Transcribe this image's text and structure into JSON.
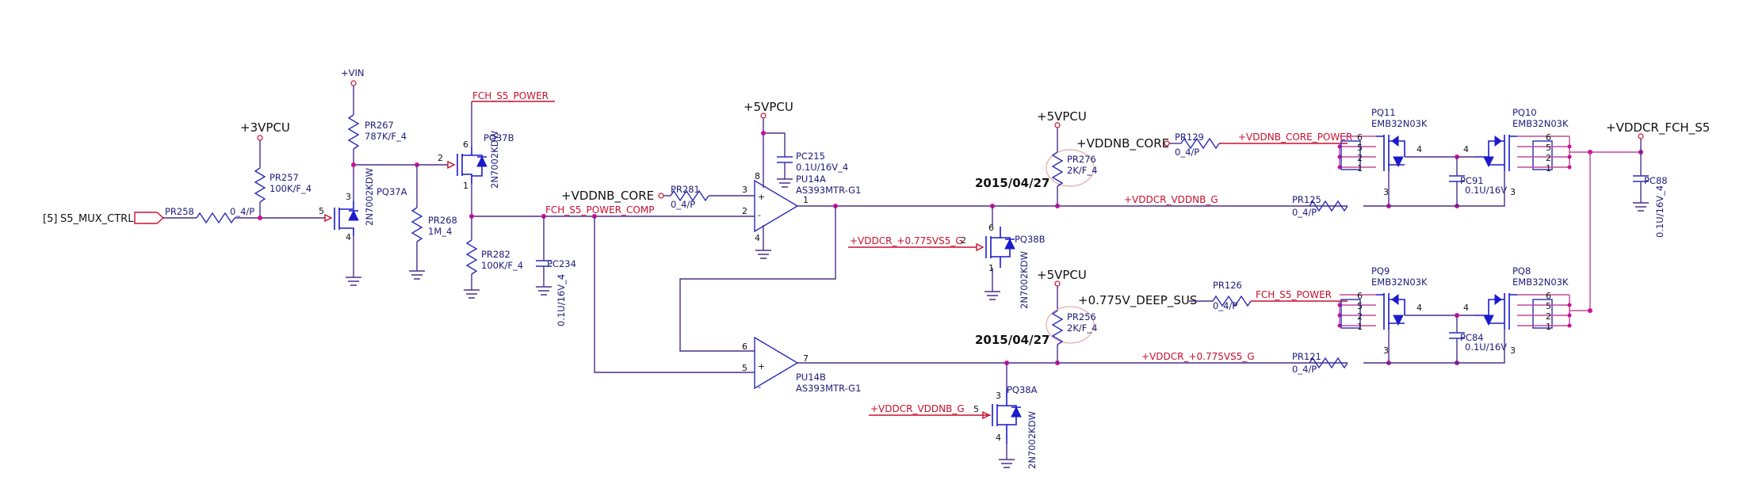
{
  "nets": {
    "vin": "+VIN",
    "v3vpcu": "+3VPCU",
    "v5vpcu_a": "+5VPCU",
    "v5vpcu_b": "+5VPCU",
    "v5vpcu_c": "+5VPCU",
    "vddnb_core_a": "+VDDNB_CORE",
    "vddnb_core_b": "+VDDNB_CORE",
    "vdeep_sus": "+0.775V_DEEP_SUS",
    "vddcr_fch_s5": "+VDDCR_FCH_S5"
  },
  "red_nets": {
    "fch_s5_power_a": "FCH_S5_POWER",
    "fch_s5_power_comp": "FCH_S5_POWER_COMP",
    "vddcr_vs5_g_a": "+VDDCR_+0.775VS5_G",
    "vddcr_vddnb_g_a": "+VDDCR_VDDNB_G",
    "vddnb_core_power": "+VDDNB_CORE_POWER",
    "vddcr_vddnb_g_b": "+VDDCR_VDDNB_G",
    "fch_s5_power_b": "FCH_S5_POWER",
    "vddcr_vs5_g_b": "+VDDCR_+0.775VS5_G"
  },
  "input_port": {
    "ref": "[5]",
    "name": "S5_MUX_CTRL"
  },
  "dates": {
    "top": "2015/04/27",
    "bottom": "2015/04/27"
  },
  "parts": {
    "pr258": {
      "ref": "PR258",
      "value": "0_4/P"
    },
    "pr257": {
      "ref": "PR257",
      "value": "100K/F_4"
    },
    "pr267": {
      "ref": "PR267",
      "value": "787K/F_4"
    },
    "pq37a": {
      "ref": "PQ37A",
      "value": "2N7002KDW"
    },
    "pq37b": {
      "ref": "PQ37B",
      "value": "2N7002KDW"
    },
    "pr268": {
      "ref": "PR268",
      "value": "1M_4"
    },
    "pr282": {
      "ref": "PR282",
      "value": "100K/F_4"
    },
    "pc234": {
      "ref": "PC234",
      "value": "0.1U/16V_4"
    },
    "pr281": {
      "ref": "PR281",
      "value": "0_4/P"
    },
    "pc215": {
      "ref": "PC215",
      "value": "0.1U/16V_4"
    },
    "pu14a": {
      "ref": "PU14A",
      "value": "AS393MTR-G1"
    },
    "pu14b": {
      "ref": "PU14B",
      "value": "AS393MTR-G1"
    },
    "pq38b": {
      "ref": "PQ38B",
      "value": "2N7002KDW"
    },
    "pq38a": {
      "ref": "PQ38A",
      "value": "2N7002KDW"
    },
    "pr276": {
      "ref": "PR276",
      "value": "2K/F_4"
    },
    "pr256": {
      "ref": "PR256",
      "value": "2K/F_4"
    },
    "pr129": {
      "ref": "PR129",
      "value": "0_4/P"
    },
    "pr126": {
      "ref": "PR126",
      "value": "0_4/P"
    },
    "pr125": {
      "ref": "PR125",
      "value": "0_4/P"
    },
    "pr121": {
      "ref": "PR121",
      "value": "0_4/P"
    },
    "pq11": {
      "ref": "PQ11",
      "value": "EMB32N03K"
    },
    "pq10": {
      "ref": "PQ10",
      "value": "EMB32N03K"
    },
    "pq9": {
      "ref": "PQ9",
      "value": "EMB32N03K"
    },
    "pq8": {
      "ref": "PQ8",
      "value": "EMB32N03K"
    },
    "pc91": {
      "ref": "PC91",
      "value": "0.1U/16V"
    },
    "pc84": {
      "ref": "PC84",
      "value": "0.1U/16V"
    },
    "pc88": {
      "ref": "PC88",
      "value": "0.1U/16V_4"
    }
  },
  "pins": {
    "p1": "1",
    "p2": "2",
    "p3": "3",
    "p4": "4",
    "p5": "5",
    "p6": "6",
    "p7": "7",
    "p8": "8",
    "plus": "+",
    "minus": "-"
  }
}
